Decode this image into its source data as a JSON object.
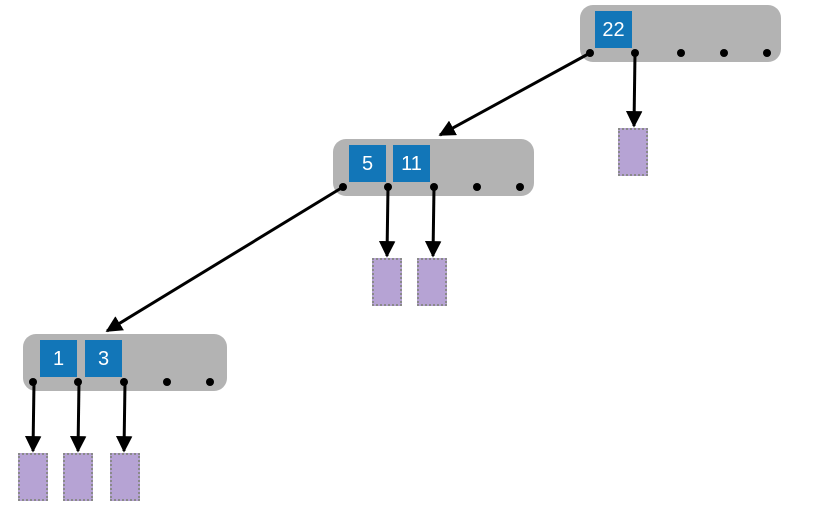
{
  "diagram": {
    "type": "b-tree-index",
    "nodes": [
      {
        "id": "root",
        "keys": [
          "22"
        ],
        "pointer_dots": 5
      },
      {
        "id": "internal",
        "keys": [
          "5",
          "11"
        ],
        "pointer_dots": 5
      },
      {
        "id": "leaf",
        "keys": [
          "1",
          "3"
        ],
        "pointer_dots": 5
      }
    ],
    "record_blocks": [
      {
        "id": "block-under-root",
        "pointed_from": "root pointer after key 22"
      },
      {
        "id": "block-under-mid-0",
        "pointed_from": "internal pointer after key 5"
      },
      {
        "id": "block-under-mid-1",
        "pointed_from": "internal pointer after key 11"
      },
      {
        "id": "block-under-leaf-0",
        "pointed_from": "leaf pointer before key 1"
      },
      {
        "id": "block-under-leaf-1",
        "pointed_from": "leaf pointer after key 1"
      },
      {
        "id": "block-under-leaf-2",
        "pointed_from": "leaf pointer after key 3"
      }
    ],
    "edges": [
      {
        "from": "root.pointer-0",
        "to": "internal-node"
      },
      {
        "from": "root.pointer-1",
        "to": "block-under-root"
      },
      {
        "from": "internal.pointer-0",
        "to": "leaf-node"
      },
      {
        "from": "internal.pointer-1",
        "to": "block-under-mid-0"
      },
      {
        "from": "internal.pointer-2",
        "to": "block-under-mid-1"
      },
      {
        "from": "leaf.pointer-0",
        "to": "block-under-leaf-0"
      },
      {
        "from": "leaf.pointer-1",
        "to": "block-under-leaf-1"
      },
      {
        "from": "leaf.pointer-2",
        "to": "block-under-leaf-2"
      }
    ],
    "colors": {
      "background": "#ffffff",
      "node_fill": "#b3b3b3",
      "key_fill": "#1276b8",
      "key_text": "#ffffff",
      "block_fill": "#b6a3d4",
      "block_border": "#8a8a8a",
      "pointer_dot": "#000000",
      "arrow": "#000000"
    }
  }
}
